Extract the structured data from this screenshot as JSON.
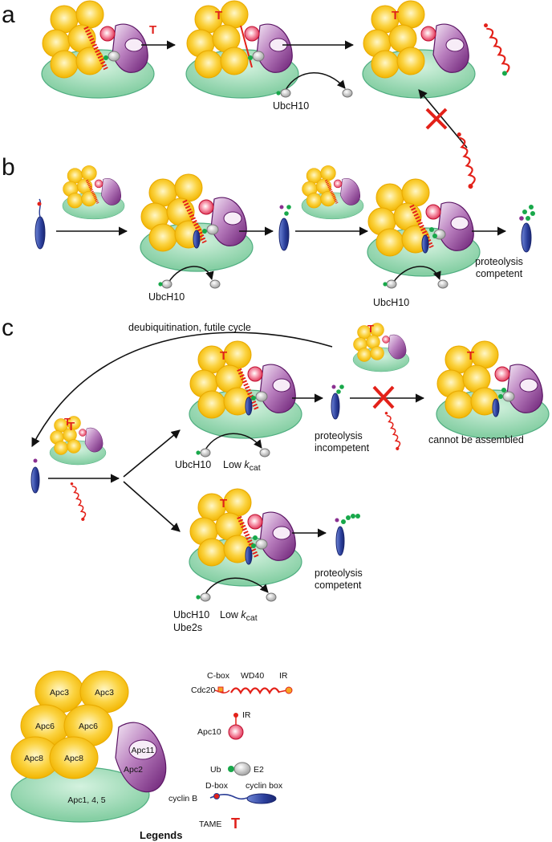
{
  "panels": {
    "a": {
      "letter": "a",
      "e2_label": "UbcH10",
      "tame_mark": "T"
    },
    "b": {
      "letter": "b",
      "e2_label_1": "UbcH10",
      "e2_label_2": "UbcH10",
      "outcome_line1": "proteolysis",
      "outcome_line2": "competent"
    },
    "c": {
      "letter": "c",
      "futile_label": "deubiquitination, futile cycle",
      "tame_mark": "T",
      "e2_label_top": "UbcH10",
      "kcat_top_prefix": "Low ",
      "kcat_top_k": "k",
      "kcat_top_sub": "cat",
      "incompetent_line1": "proteolysis",
      "incompetent_line2": "incompetent",
      "cannot_label": "cannot be assembled",
      "e2_label_bot_1": "UbcH10",
      "e2_label_bot_2": "Ube2s",
      "kcat_bot_prefix": "Low ",
      "kcat_bot_k": "k",
      "kcat_bot_sub": "cat",
      "competent_line1": "proteolysis",
      "competent_line2": "competent"
    }
  },
  "legend": {
    "title": "Legends",
    "subunits": {
      "apc3_a": "Apc3",
      "apc3_b": "Apc3",
      "apc6_a": "Apc6",
      "apc6_b": "Apc6",
      "apc8_a": "Apc8",
      "apc8_b": "Apc8",
      "apc11": "Apc11",
      "apc2": "Apc2",
      "apc145": "Apc1, 4, 5"
    },
    "cdc20": {
      "name": "Cdc20",
      "cbox": "C-box",
      "wd40": "WD40",
      "ir": "IR"
    },
    "apc10": {
      "name": "Apc10",
      "ir": "IR"
    },
    "ub_e2": {
      "ub": "Ub",
      "e2": "E2"
    },
    "cyclin": {
      "name": "cyclin B",
      "dbox": "D-box",
      "cbox": "cyclin box"
    },
    "tame": {
      "name": "TAME",
      "mark": "T"
    }
  },
  "colors": {
    "yellow": "#f5c21a",
    "yellow_edge": "#e8a900",
    "green": "#8fd6ad",
    "green_edge": "#4fae80",
    "purple": "#8a2f90",
    "purple_light": "#d9b6dd",
    "red": "#e32119",
    "pink": "#f7a9b4",
    "blue": "#2a3d96",
    "ub_green": "#18a84a",
    "grey": "#c9c9c9"
  }
}
